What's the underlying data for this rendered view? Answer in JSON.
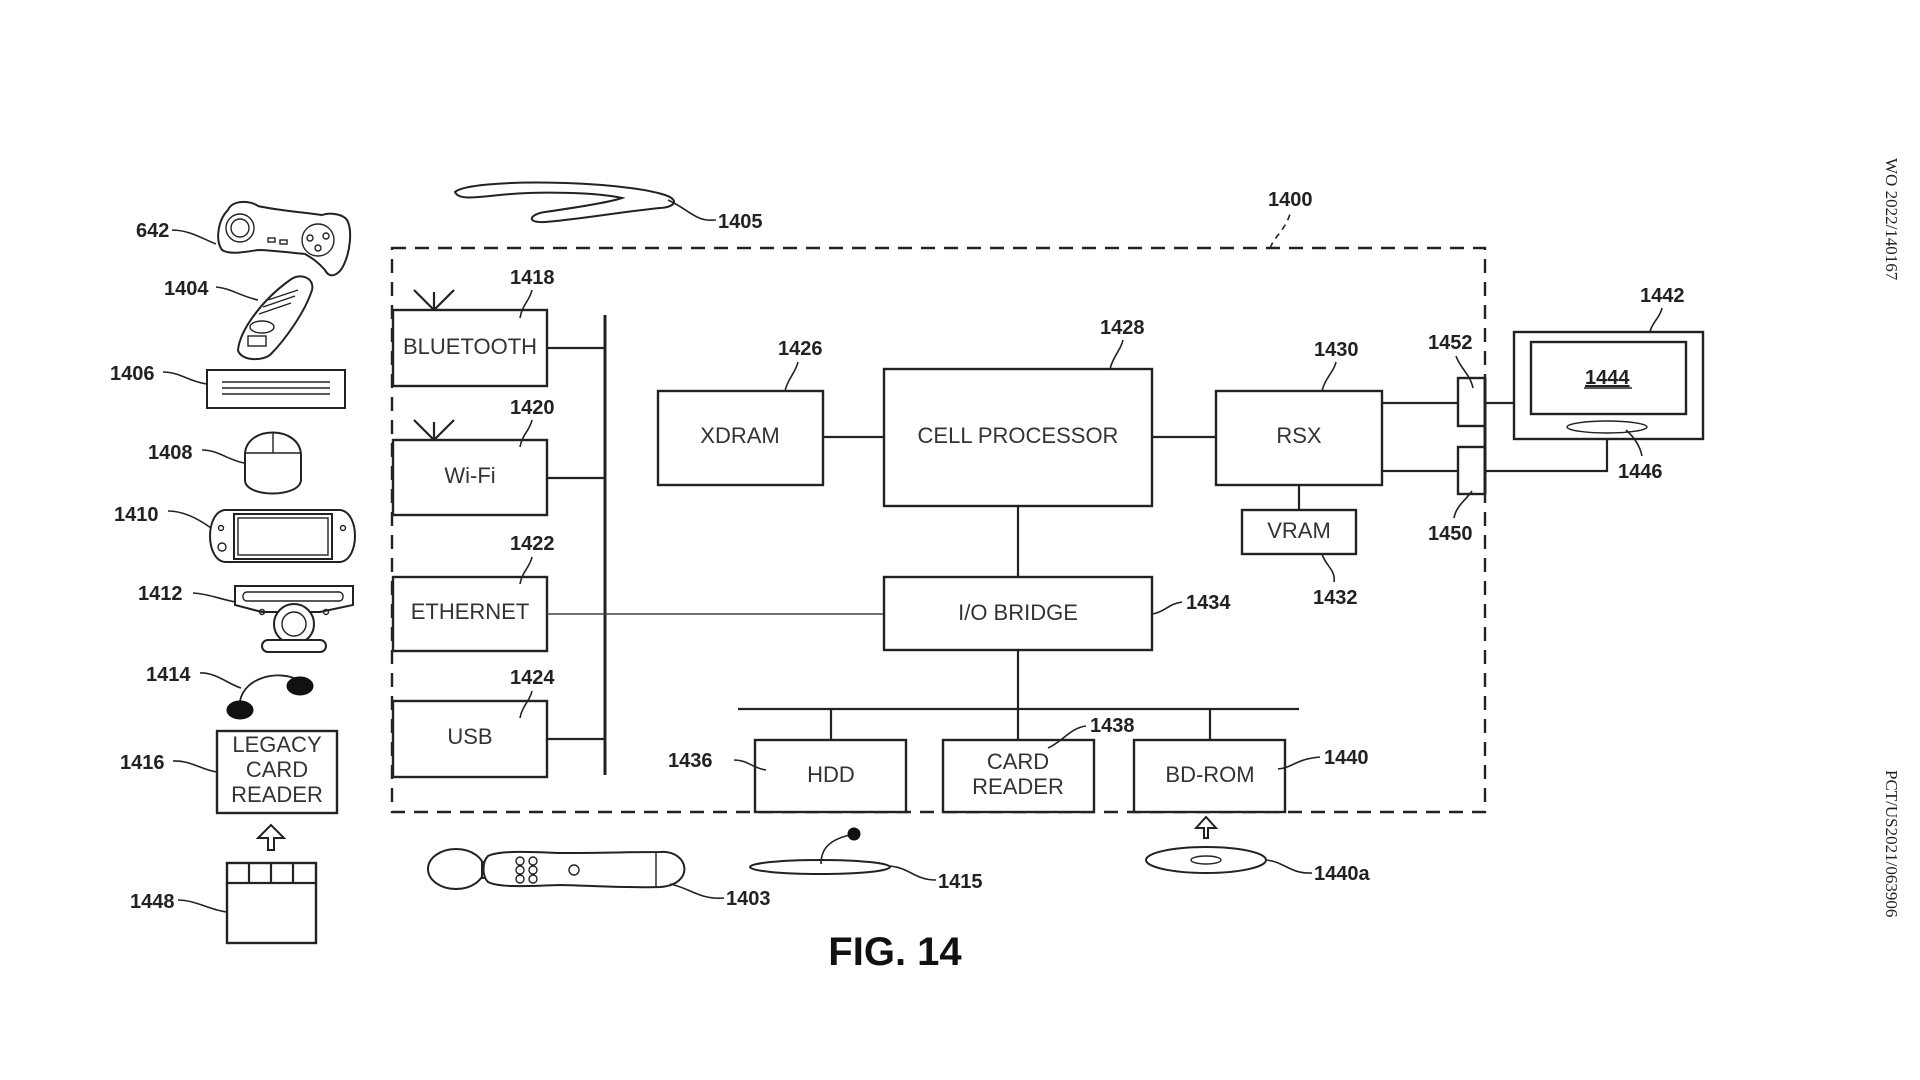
{
  "figure": {
    "title": "FIG. 14",
    "publication_number": "WO 2022/140167",
    "application_number": "PCT/US2021/063906"
  },
  "system": {
    "ref": "1400",
    "blocks": {
      "bluetooth": {
        "label": "BLUETOOTH",
        "ref": "1418"
      },
      "wifi": {
        "label": "Wi-Fi",
        "ref": "1420"
      },
      "ethernet": {
        "label": "ETHERNET",
        "ref": "1422"
      },
      "usb": {
        "label": "USB",
        "ref": "1424"
      },
      "xdram": {
        "label": "XDRAM",
        "ref": "1426"
      },
      "cell": {
        "label": "CELL PROCESSOR",
        "ref": "1428"
      },
      "rsx": {
        "label": "RSX",
        "ref": "1430"
      },
      "vram": {
        "label": "VRAM",
        "ref": "1432"
      },
      "iobridge": {
        "label": "I/O BRIDGE",
        "ref": "1434"
      },
      "hdd": {
        "label": "HDD",
        "ref": "1436"
      },
      "cardreader": {
        "label_line1": "CARD",
        "label_line2": "READER",
        "ref": "1438"
      },
      "bdrom": {
        "label": "BD-ROM",
        "ref": "1440"
      }
    },
    "ports": {
      "upper": {
        "ref": "1452"
      },
      "lower": {
        "ref": "1450"
      }
    }
  },
  "display": {
    "tv_ref": "1442",
    "screen_ref": "1444",
    "speaker_ref": "1446"
  },
  "peripherals": {
    "gamepad": {
      "ref": "642",
      "icon": "gamepad-icon"
    },
    "remote": {
      "ref": "1404",
      "icon": "remote-control-icon"
    },
    "keyboard": {
      "ref": "1406",
      "icon": "keyboard-icon"
    },
    "mouse": {
      "ref": "1408",
      "icon": "mouse-icon"
    },
    "handheld": {
      "ref": "1410",
      "icon": "handheld-console-icon"
    },
    "camera": {
      "ref": "1412",
      "icon": "camera-icon"
    },
    "headset": {
      "ref": "1414",
      "icon": "headset-icon"
    },
    "legacy_card_reader": {
      "label_line1": "LEGACY",
      "label_line2": "CARD",
      "label_line3": "READER",
      "ref": "1416"
    },
    "memory_card": {
      "ref": "1448",
      "icon": "memory-card-icon"
    },
    "hmd_band": {
      "ref": "1405",
      "icon": "headband-icon"
    },
    "motion_controller": {
      "ref": "1403",
      "icon": "motion-controller-icon"
    },
    "microphone_mat": {
      "ref": "1415",
      "icon": "microphone-icon"
    },
    "disc": {
      "ref": "1440a",
      "icon": "disc-icon"
    }
  }
}
